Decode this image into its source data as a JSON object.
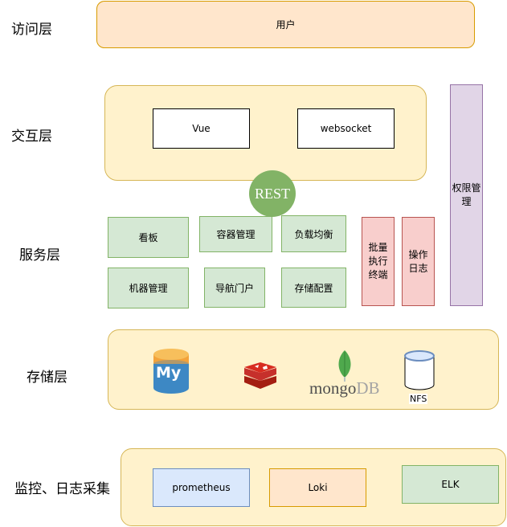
{
  "layers": {
    "access": "访问层",
    "interaction": "交互层",
    "service": "服务层",
    "storage": "存储层",
    "monitor": "监控、日志采集"
  },
  "access": {
    "user": "用户"
  },
  "interaction": {
    "vue": "Vue",
    "websocket": "websocket"
  },
  "rest": "REST",
  "permission": "权限管理",
  "services": {
    "kanban": "看板",
    "container_mgmt": "容器管理",
    "load_balance": "负载均衡",
    "machine_mgmt": "机器管理",
    "nav_portal": "导航门户",
    "storage_config": "存储配置",
    "batch_terminal": "批量执行终端",
    "operation_log": "操作日志"
  },
  "storage": {
    "mysql_text": "My",
    "mongodb_text_1": "mongo",
    "mongodb_text_2": "DB",
    "nfs": "NFS"
  },
  "monitor": {
    "prometheus": "prometheus",
    "loki": "Loki",
    "elk": "ELK"
  },
  "colors": {
    "yellow_fill": "#fff2cc",
    "orange_fill": "#ffe6cc",
    "green_fill": "#d5e8d4",
    "red_fill": "#f8cecc",
    "purple_fill": "#e1d5e7",
    "blue_fill": "#dae8fc",
    "rest_circle": "#82b366"
  }
}
